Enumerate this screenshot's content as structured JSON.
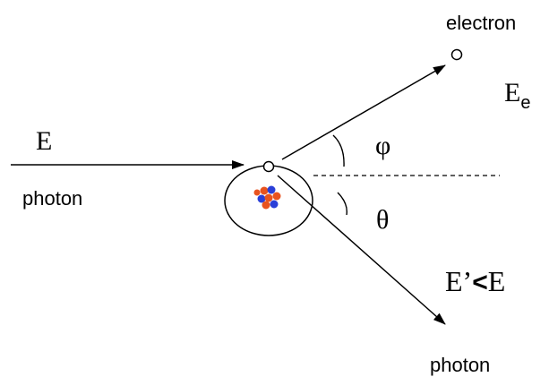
{
  "labels": {
    "incident_energy": "E",
    "incident_particle": "photon",
    "electron": "electron",
    "electron_energy_base": "E",
    "electron_energy_sub": "e",
    "electron_angle": "φ",
    "photon_angle": "θ",
    "scattered_energy_prime": "E’",
    "scattered_energy_lt": "<",
    "scattered_energy_base": "E",
    "scattered_particle": "photon"
  },
  "colors": {
    "ink": "#000000",
    "nucleus_proton": "#e8531f",
    "nucleus_neutron": "#2a3fd8"
  }
}
